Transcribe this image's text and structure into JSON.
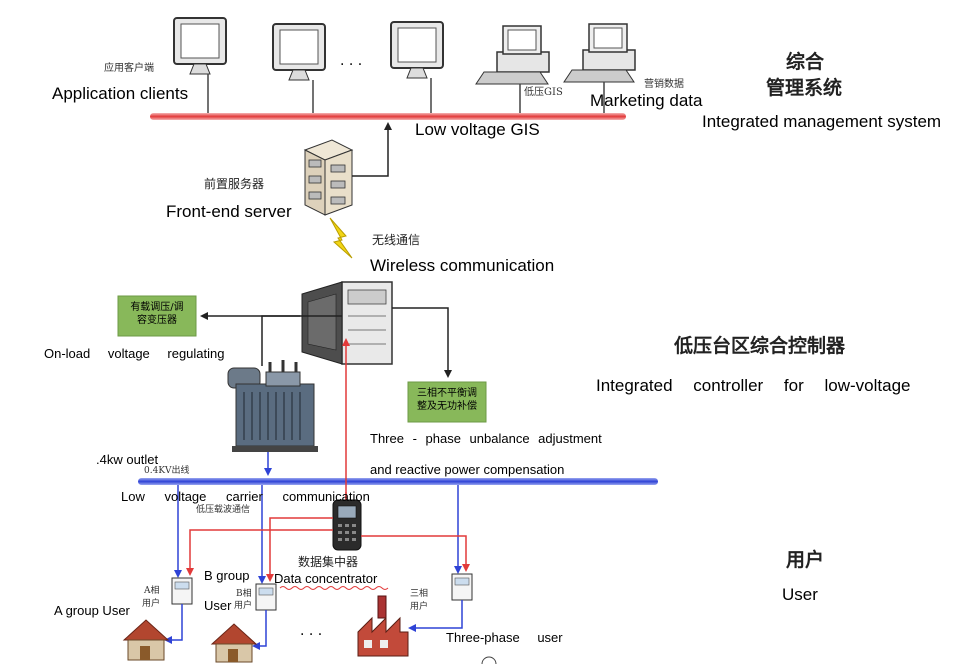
{
  "colors": {
    "bus_red": "#e23a3a",
    "bus_blue": "#2f43d6",
    "arrow_dark": "#222222",
    "box_green": "#88b85a",
    "lightning": "#f2d515"
  },
  "top": {
    "label_app_clients_zh": "应用客户端",
    "label_app_clients_en": "Application clients",
    "ellipsis": "· · ·",
    "label_gis_zh": "低压GIS",
    "label_gis_en": "Low voltage GIS",
    "label_marketing_zh": "营销数据",
    "label_marketing_en": "Marketing data",
    "title_zh_line1": "综合",
    "title_zh_line2": "管理系统",
    "title_en": "Integrated management system"
  },
  "server": {
    "label_zh": "前置服务器",
    "label_en": "Front-end server"
  },
  "wireless": {
    "label_zh": "无线通信",
    "label_en": "Wireless communication"
  },
  "controller": {
    "regulator_box_zh_line1": "有载调压/调",
    "regulator_box_zh_line2": "容变压器",
    "regulator_en": "On-load voltage regulating",
    "title_zh": "低压台区综合控制器",
    "title_en": "Integrated controller for low-voltage",
    "unbalance_box_zh_line1": "三相不平衡调",
    "unbalance_box_zh_line2": "整及无功补偿",
    "unbalance_en_line1": "Three - phase unbalance adjustment",
    "unbalance_en_line2": "and reactive power compensation"
  },
  "lowbus": {
    "outlet_en": ".4kw outlet",
    "outlet_zh": "0.4KV出线",
    "carrier_en": "Low voltage carrier communication",
    "carrier_zh": "低压载波通信"
  },
  "users": {
    "concentrator_zh": "数据集中器",
    "concentrator_en": "Data concentrator",
    "meter_a_zh_line1": "A相",
    "meter_a_zh_line2": "用户",
    "meter_b_zh_line1": "B相",
    "meter_b_zh_line2": "用户",
    "meter_three_zh_line1": "三相",
    "meter_three_zh_line2": "用户",
    "a_group_en": "A group User",
    "b_group_en_line1": "B group",
    "b_group_en_line2": "User",
    "three_phase_en": "Three-phase user",
    "ellipsis": "· · ·",
    "title_zh": "用户",
    "title_en": "User"
  }
}
